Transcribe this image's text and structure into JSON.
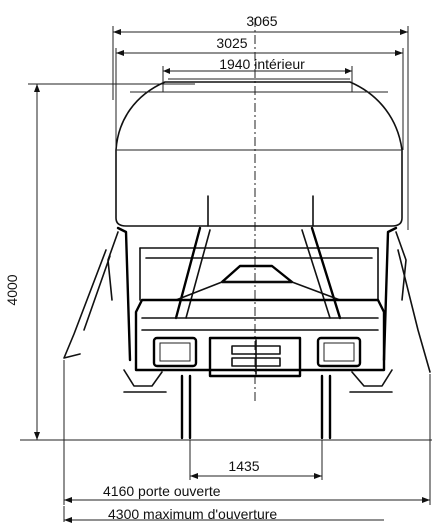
{
  "dimensions": {
    "overall_width": "3065",
    "body_width": "3025",
    "interior_width": "1940 intérieur",
    "height": "4000",
    "track_gauge": "1435",
    "door_open_width": "4160 porte ouverte",
    "max_opening_width": "4300 maximum d'ouverture"
  },
  "colors": {
    "ink": "#111111",
    "paper": "#ffffff"
  }
}
